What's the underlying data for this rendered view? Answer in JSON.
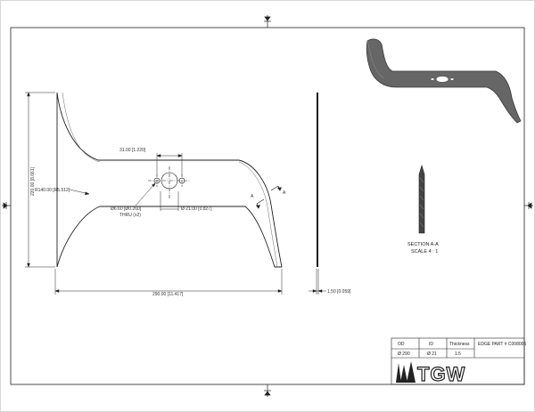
{
  "dimensions": {
    "center_hole_spacing": "31.00 [1.220]",
    "height": "220.00 [8.661]",
    "radius": "R140.00 [R5.512]",
    "hole_dia": "Ø6.60 [Ø0.260]",
    "hole_thru": "THRU (x2)",
    "center_dia": "Ø 21.00 [0.827]",
    "length": "290.00 [11.417]",
    "thickness": "1.50 [0.059]",
    "section_mark": "A"
  },
  "section": {
    "title": "SECTION A-A",
    "scale": "SCALE 4 : 1"
  },
  "title_block": {
    "headers": [
      "OD",
      "ID",
      "Thickness"
    ],
    "values": [
      "Ø 290",
      "Ø 21",
      "1.5"
    ],
    "part_number": "EDGE PART # C008005",
    "logo_text": "TGW"
  },
  "colors": {
    "line": "#222222",
    "part_fill": "#666666",
    "part_edge": "#3a3a3a"
  }
}
